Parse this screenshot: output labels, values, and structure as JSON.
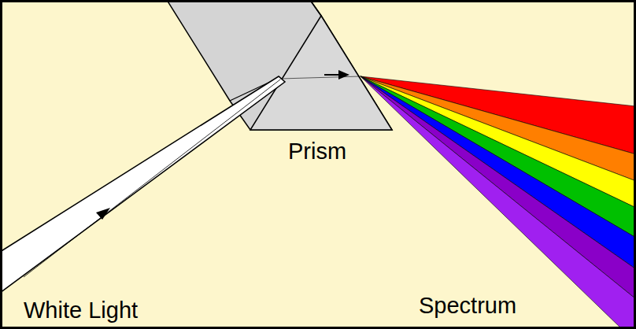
{
  "diagram": {
    "labels": [
      "White Light",
      "Prism",
      "Spectrum"
    ]
  }
}
